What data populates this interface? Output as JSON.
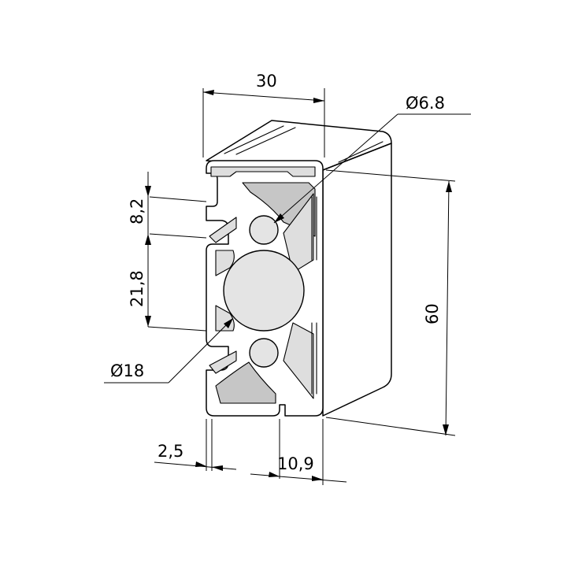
{
  "dimensions": {
    "width": "30",
    "height": "60",
    "slot_depth": "8,2",
    "slot_spacing": "21,8",
    "center_bore": "Ø18",
    "side_bore": "Ø6.8",
    "wall_thickness": "2,5",
    "slot_offset": "10,9"
  }
}
